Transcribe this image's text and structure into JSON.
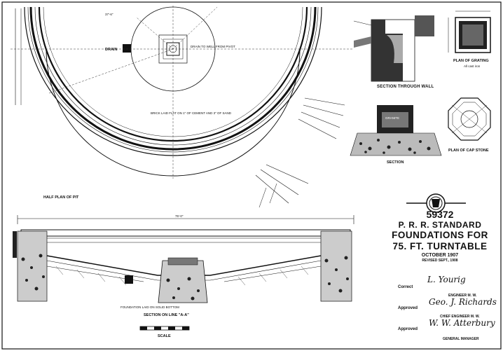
{
  "labels": {
    "half_plan": "HALF PLAN OF PIT",
    "section_wall": "SECTION THROUGH WALL",
    "plan_grating": "PLAN OF GRATING",
    "grating_note": "All cast iron",
    "plan_capstone": "PLAN OF CAP STONE",
    "section": "SECTION",
    "section_aa": "SECTION ON LINE \"A-A\"",
    "scale": "SCALE",
    "drain": "DRAIN",
    "drain_note": "DRAIN TO WELL FROM PIVOT",
    "brick_note": "BRICK LAID FLAT ON 1\" OF CEMENT AND 3\" OF SAND",
    "footing_note": "FOUNDATION LAID ON SOLID BOTTOM",
    "granite": "GRANITE",
    "overall_dim": "75'-0\"",
    "radius_dim": "37'-6\""
  },
  "title_block": {
    "number": "59372",
    "standard": "P. R. R. STANDARD",
    "title_line1": "FOUNDATIONS FOR",
    "title_line2": "75. FT. TURNTABLE",
    "date": "OCTOBER 1907",
    "revised": "REVISED SEPT., 1908"
  },
  "approvals": {
    "correct_label": "Correct",
    "engineer_mw_sig": "L. Yourig",
    "engineer_mw_title": "ENGINEER M. W.",
    "approved_label_1": "Approved",
    "chief_sig": "Geo. J. Richards",
    "chief_title": "CHIEF ENGINEER M. W.",
    "approved_label_2": "Approved",
    "gm_sig": "W. W. Atterbury",
    "gm_title": "GENERAL MANAGER"
  }
}
